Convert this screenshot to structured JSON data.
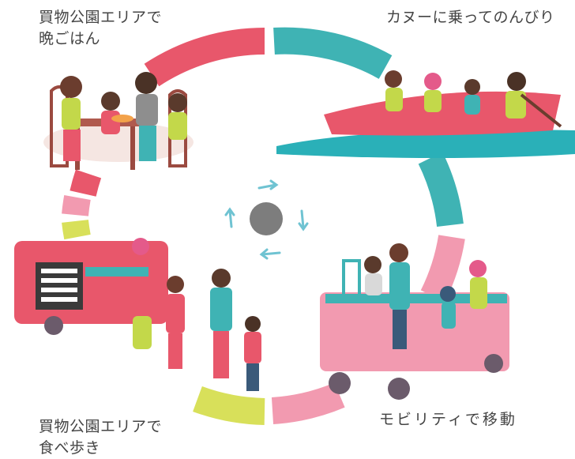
{
  "scenes": {
    "top_left": {
      "line1": "買物公園エリアで",
      "line2": "晩ごはん"
    },
    "top_right": {
      "line1": "カヌーに乗ってのんびり"
    },
    "bottom_right": {
      "line1": "モビリティで移動"
    },
    "bottom_left": {
      "line1": "買物公園エリアで",
      "line2": "食べ歩き"
    }
  },
  "colors": {
    "pink": "#e8576b",
    "teal": "#3fb3b4",
    "yellow": "#d8e05a",
    "light_pink": "#f29ab0",
    "center_dot": "#7d7d7d",
    "arrow": "#6fc3d2"
  },
  "icons": [
    "circular-cycle",
    "rotation-arrows",
    "canoe-illustration",
    "mobility-illustration",
    "food-truck-illustration",
    "dining-table-illustration"
  ]
}
